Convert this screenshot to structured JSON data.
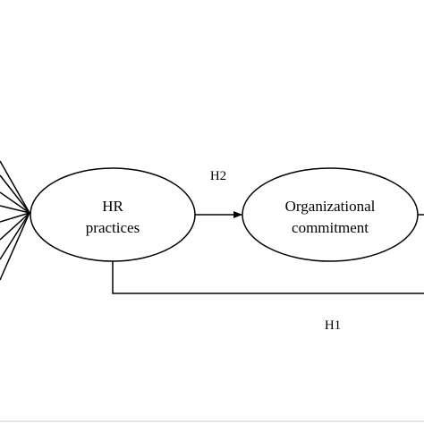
{
  "diagram": {
    "nodes": {
      "hr_practices": {
        "line1": "HR",
        "line2": "practices"
      },
      "org_commitment": {
        "line1": "Organizational",
        "line2": "commitment"
      }
    },
    "edges": {
      "h2": "H2",
      "h1": "H1"
    },
    "colors": {
      "stroke": "#000000",
      "background": "#ffffff",
      "frame_bottom": "#cccccc"
    }
  }
}
